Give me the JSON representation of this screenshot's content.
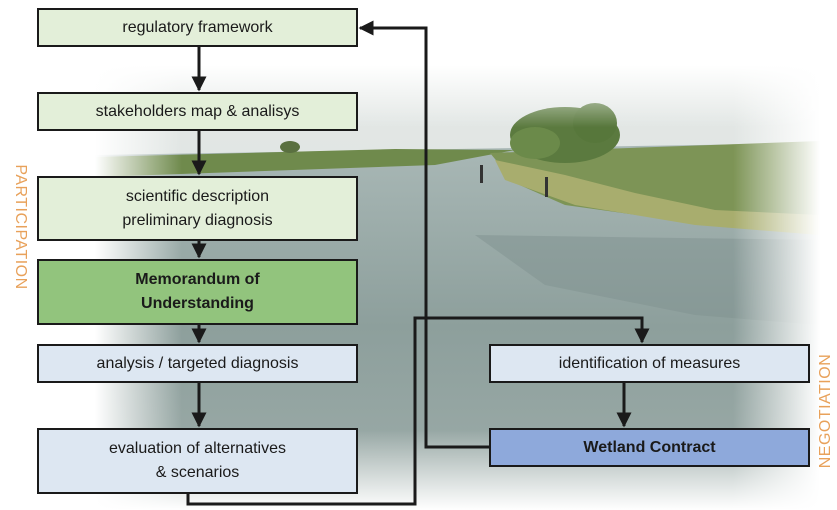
{
  "boxes": {
    "regulatory": "regulatory framework",
    "stakeholders": "stakeholders map & analisys",
    "scientific": "scientific description\npreliminary diagnosis",
    "memorandum": "Memorandum of\nUnderstanding",
    "analysis": "analysis / targeted diagnosis",
    "evaluation": "evaluation of alternatives\n& scenarios",
    "identification": "identification of measures",
    "wetland": "Wetland Contract"
  },
  "labels": {
    "participation": "PARTICIPATION",
    "negotiation": "NEGOTIATION"
  },
  "colors": {
    "green_light": "#e3efd9",
    "green_dark": "#92c47d",
    "blue_light": "#dde7f2",
    "blue_dark": "#8ea9db",
    "side_label": "#e8a15a",
    "stroke": "#1a1a1a"
  }
}
